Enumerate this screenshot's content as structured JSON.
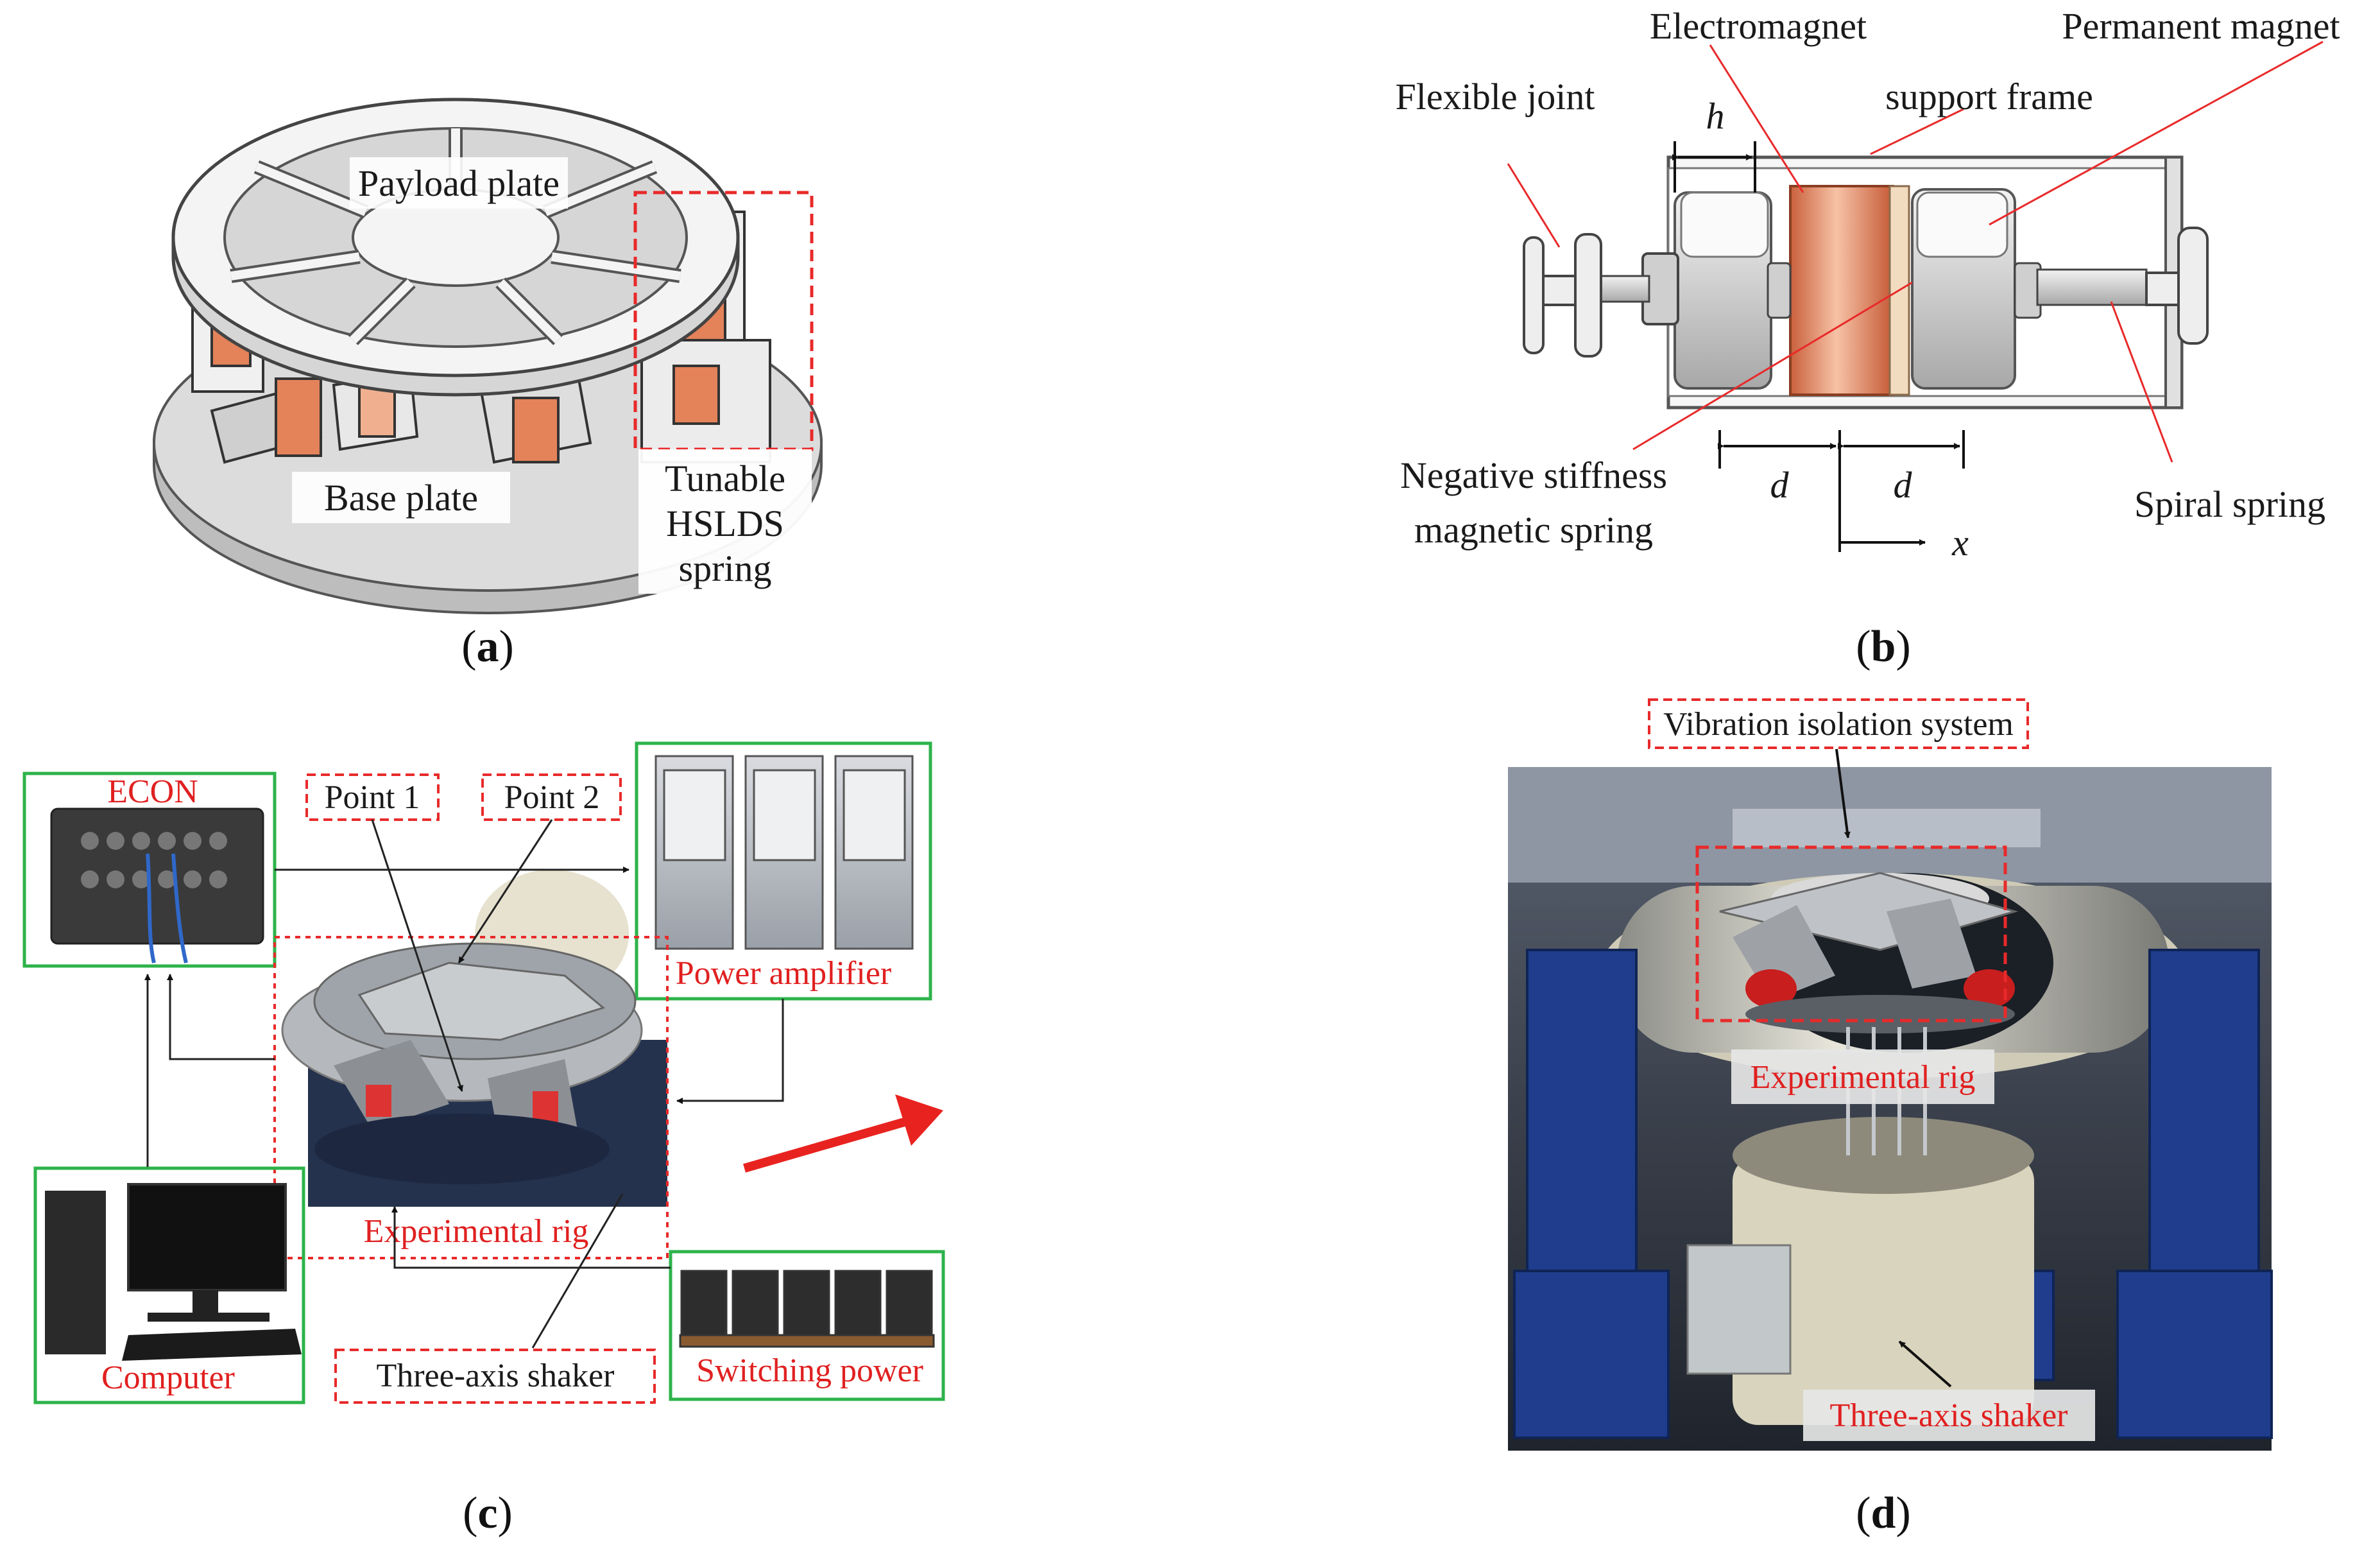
{
  "panel_a": {
    "payload_plate": "Payload plate",
    "base_plate": "Base plate",
    "tunable_line1": "Tunable",
    "tunable_line2": "HSLDS",
    "tunable_line3": "spring",
    "caption_open": "(",
    "caption_letter": "a",
    "caption_close": ")"
  },
  "panel_b": {
    "electromagnet": "Electromagnet",
    "permanent_magnet": "Permanent magnet",
    "flexible_joint": "Flexible joint",
    "support_frame": "support frame",
    "h": "h",
    "negative_line1": "Negative stiffness",
    "negative_line2": "magnetic spring",
    "d_left": "d",
    "d_right": "d",
    "x": "x",
    "spiral_spring": "Spiral spring",
    "caption_open": "(",
    "caption_letter": "b",
    "caption_close": ")"
  },
  "panel_c": {
    "econ": "ECON",
    "point1": "Point 1",
    "point2": "Point 2",
    "power_amplifier": "Power amplifier",
    "experimental_rig": "Experimental rig",
    "computer": "Computer",
    "three_axis_shaker": "Three-axis shaker",
    "switching_power": "Switching power",
    "caption_open": "(",
    "caption_letter": "c",
    "caption_close": ")"
  },
  "panel_d": {
    "vibration_isolation": "Vibration isolation system",
    "experimental_rig": "Experimental rig",
    "three_axis_shaker": "Three-axis shaker",
    "caption_open": "(",
    "caption_letter": "d",
    "caption_close": ")"
  },
  "colors": {
    "green_box": "#2db34a",
    "red_dashed": "#e82a2a",
    "copper": "#e4825a",
    "arrow_red": "#e8231f"
  }
}
